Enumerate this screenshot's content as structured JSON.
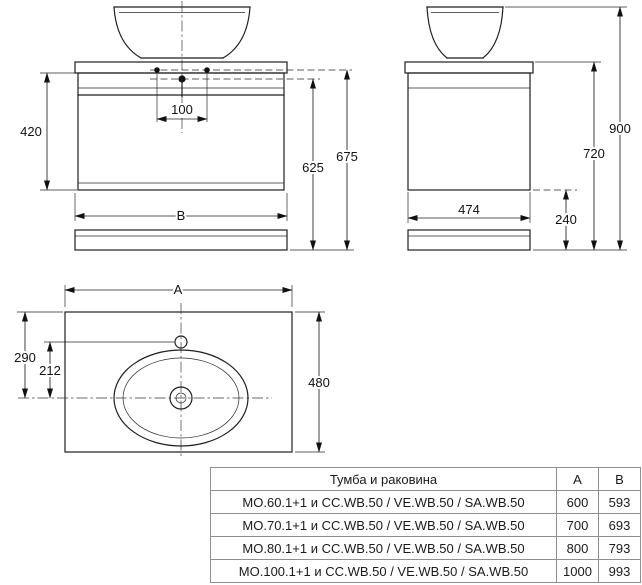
{
  "drawing": {
    "front_view": {
      "dim_height_420": "420",
      "dim_faucet_spacing_100": "100",
      "dim_height_625": "625",
      "dim_height_675": "675",
      "dim_width_label": "B"
    },
    "side_view": {
      "dim_total_height_900": "900",
      "dim_height_720": "720",
      "dim_depth_474": "474",
      "dim_gap_240": "240"
    },
    "top_view": {
      "dim_width_label": "A",
      "dim_depth_290": "290",
      "dim_depth_212": "212",
      "dim_depth_480": "480"
    }
  },
  "table": {
    "headers": {
      "name": "Тумба и раковина",
      "a": "А",
      "b": "В"
    },
    "rows": [
      {
        "name": "MO.60.1+1 и CC.WB.50 / VE.WB.50 / SA.WB.50",
        "a": "600",
        "b": "593"
      },
      {
        "name": "MO.70.1+1 и CC.WB.50 / VE.WB.50 / SA.WB.50",
        "a": "700",
        "b": "693"
      },
      {
        "name": "MO.80.1+1 и CC.WB.50 / VE.WB.50 / SA.WB.50",
        "a": "800",
        "b": "793"
      },
      {
        "name": "MO.100.1+1 и CC.WB.50 / VE.WB.50 / SA.WB.50",
        "a": "1000",
        "b": "993"
      }
    ]
  }
}
